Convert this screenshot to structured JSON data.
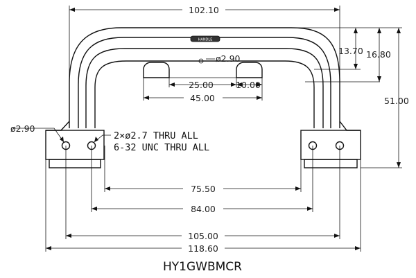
{
  "part_number": "HY1GWBMCR",
  "logo_text": "HANDLE",
  "dimensions": {
    "overall_top_width": "102.10",
    "top_offset_small": "13.70",
    "top_offset_large": "16.80",
    "overall_height": "51.00",
    "top_hole_diameter": "ø2.90",
    "slot_spacing": "25.00",
    "slot_width": "10.00",
    "slot_span": "45.00",
    "side_hole_diameter": "ø2.90",
    "inner_hole_span": "75.50",
    "mid_hole_span": "84.00",
    "outer_hole_span": "105.00",
    "overall_width": "118.60"
  },
  "notes": {
    "thru_holes": "2×ø2.7 THRU ALL",
    "thread": "6-32 UNC THRU ALL"
  }
}
